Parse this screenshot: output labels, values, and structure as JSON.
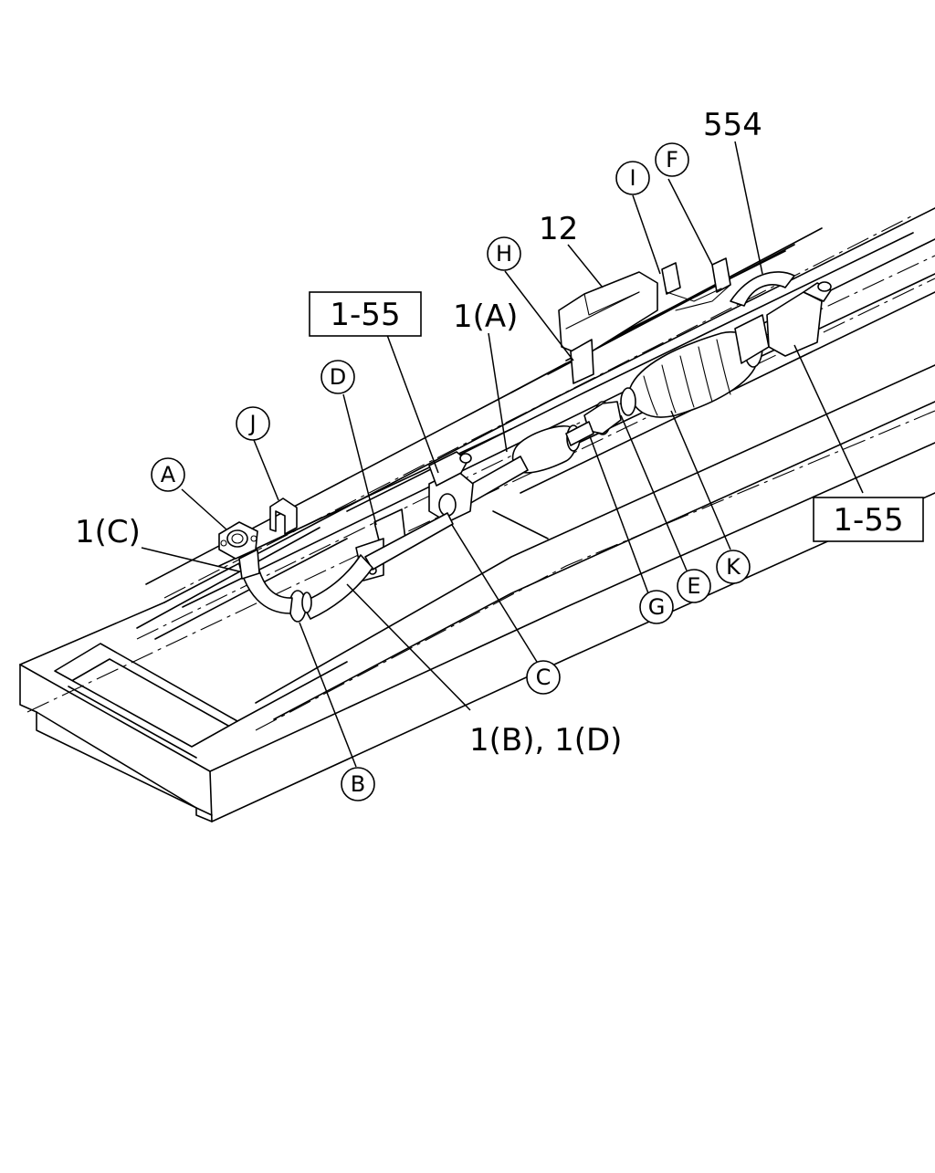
{
  "callouts": {
    "A": "A",
    "B": "B",
    "C": "C",
    "D": "D",
    "E": "E",
    "F": "F",
    "G": "G",
    "H": "H",
    "I": "I",
    "J": "J",
    "K": "K"
  },
  "labels": {
    "part_554": "554",
    "part_12": "12",
    "part_1a": "1(A)",
    "part_1c": "1(C)",
    "part_1b_1d": "1(B), 1(D)",
    "ref_left": "1-55",
    "ref_right": "1-55"
  }
}
